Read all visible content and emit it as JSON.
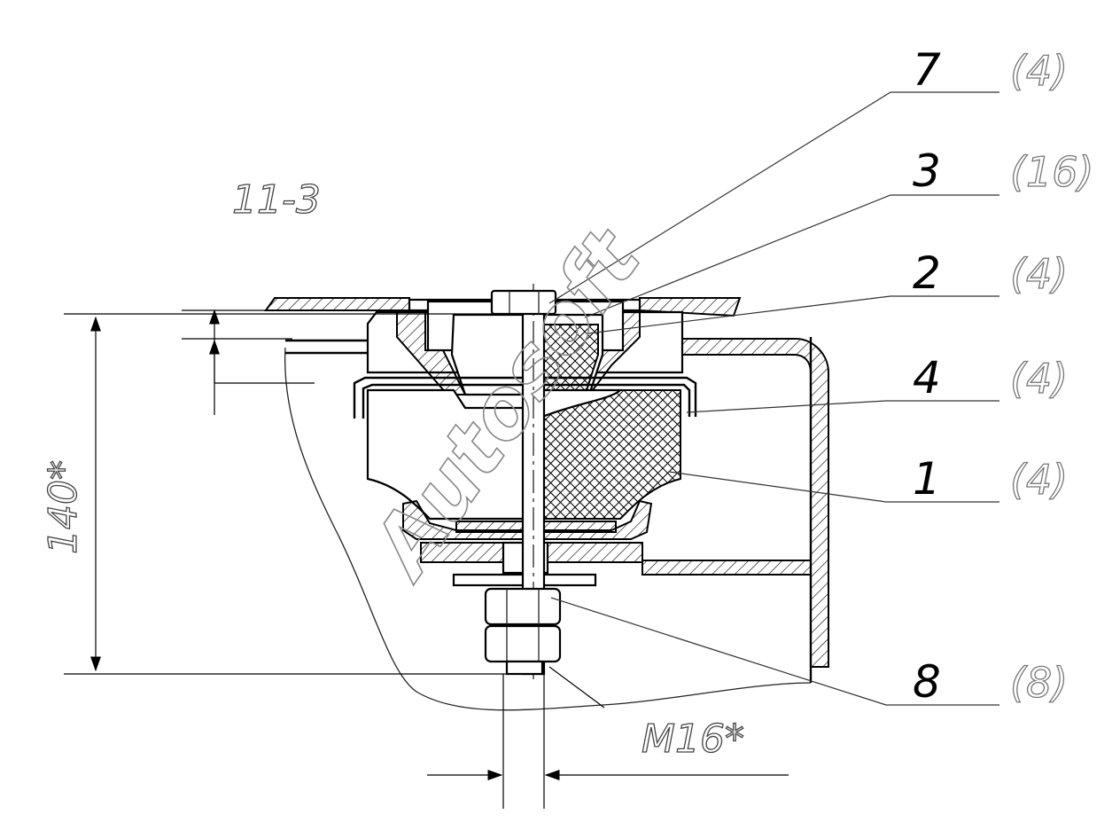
{
  "callouts": [
    {
      "item": "7",
      "qty": "(4)"
    },
    {
      "item": "3",
      "qty": "(16)"
    },
    {
      "item": "2",
      "qty": "(4)"
    },
    {
      "item": "4",
      "qty": "(4)"
    },
    {
      "item": "1",
      "qty": "(4)"
    },
    {
      "item": "8",
      "qty": "(8)"
    }
  ],
  "dimensions": {
    "gap": "11-3",
    "height": "140*",
    "thread": "M16*"
  },
  "watermark": "Autosoft"
}
